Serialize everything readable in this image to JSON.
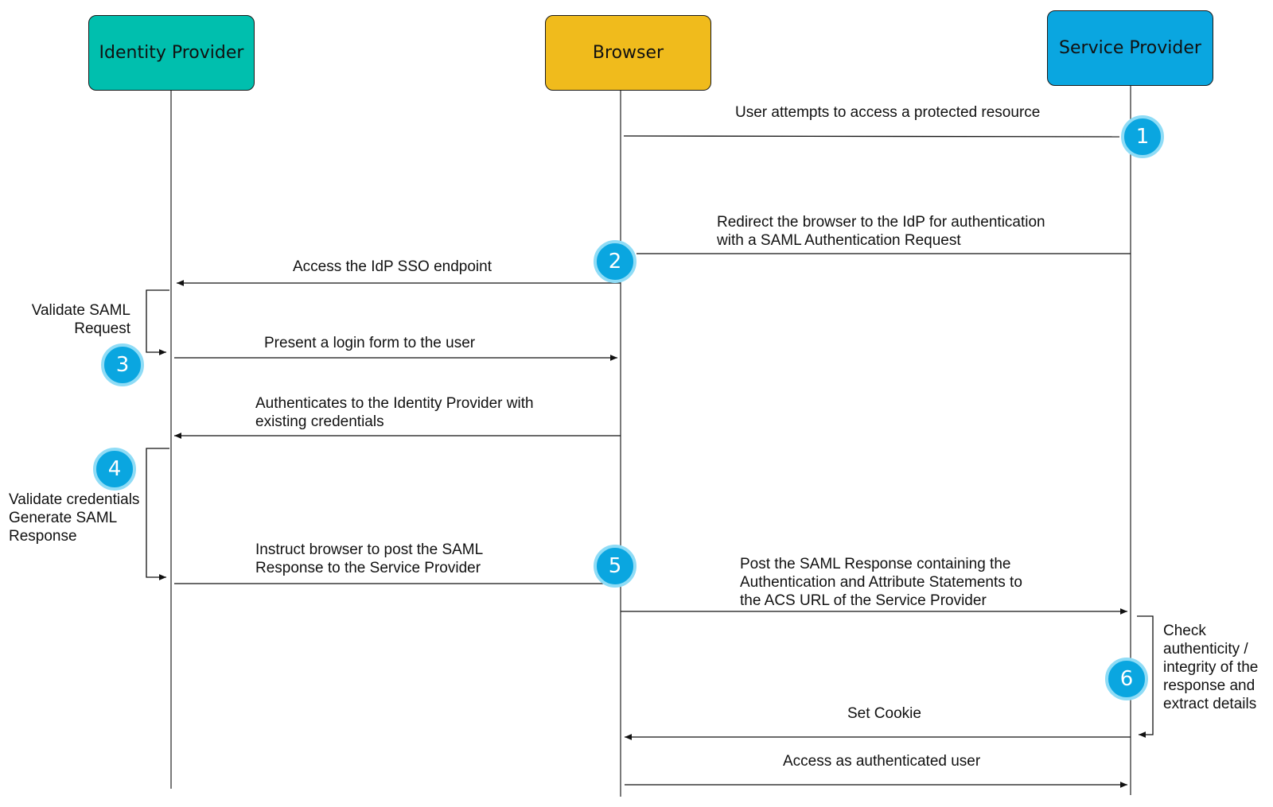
{
  "actors": {
    "idp": {
      "label": "Identity Provider",
      "color": "#00bfae"
    },
    "browser": {
      "label": "Browser",
      "color": "#f0bb1c"
    },
    "sp": {
      "label": "Service Provider",
      "color": "#0aa6e0"
    }
  },
  "messages": {
    "m1": "User attempts to access a protected resource",
    "m2": "Redirect the browser to the IdP for authentication\nwith a SAML Authentication Request",
    "m3": "Access the IdP SSO endpoint",
    "m4": "Present a login form to the user",
    "m5": "Authenticates to the Identity Provider with\nexisting credentials",
    "m6": "Instruct browser to post the SAML\nResponse to the Service Provider",
    "m7": "Post the SAML Response containing the\nAuthentication and Attribute Statements to\nthe ACS URL of the Service Provider",
    "m8": "Set Cookie",
    "m9": "Access as authenticated user"
  },
  "notes": {
    "validate_request": "Validate SAML\nRequest",
    "validate_credentials": "Validate credentials\nGenerate SAML\nResponse",
    "check_authenticity": "Check\nauthenticity /\nintegrity of the\nresponse and\nextract details"
  },
  "steps": [
    "1",
    "2",
    "3",
    "4",
    "5",
    "6"
  ]
}
